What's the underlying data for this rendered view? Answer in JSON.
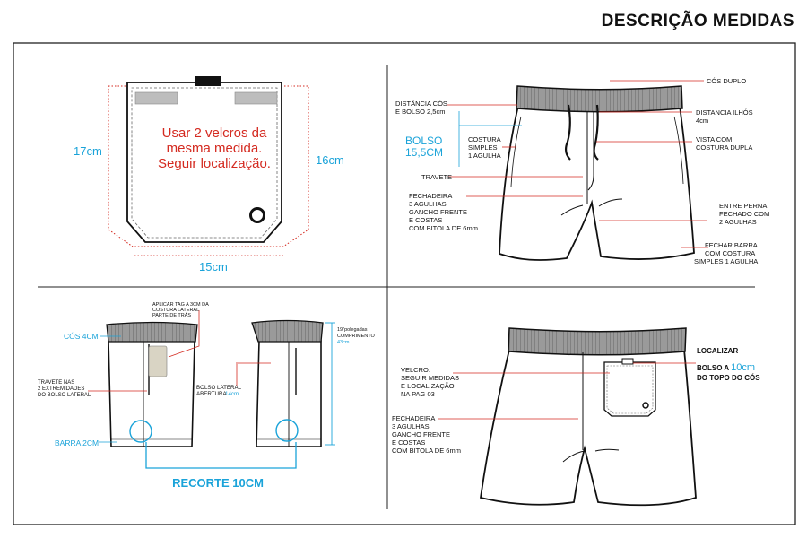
{
  "title": "DESCRIÇÃO MEDIDAS",
  "colors": {
    "callout_line": "#d42a20",
    "measure": "#1aa3d9",
    "ink": "#111111"
  },
  "pocket_panel": {
    "height_left": "17cm",
    "height_right": "16cm",
    "width": "15cm",
    "note_lines": [
      "Usar 2 velcros da",
      "mesma medida.",
      "Seguir localização."
    ]
  },
  "front_panel": {
    "distancia_cos": [
      "DISTÂNCIA CÓS",
      "E BOLSO 2,5cm"
    ],
    "bolso": [
      "BOLSO",
      "15,5CM"
    ],
    "costura": [
      "COSTURA",
      "SIMPLES",
      "1 AGULHA"
    ],
    "travete": "TRAVETE",
    "fechadeira": [
      "FECHADEIRA",
      "3 AGULHAS",
      "GANCHO FRENTE",
      "E COSTAS",
      "COM BITOLA DE 6mm"
    ],
    "cos_duplo": "CÓS DUPLO",
    "distancia_ilhos": [
      "DISTANCIA ILHÓS",
      "4cm"
    ],
    "vista": [
      "VISTA COM",
      "COSTURA DUPLA"
    ],
    "entre_perna": [
      "ENTRE PERNA",
      "FECHADO COM",
      "2 AGULHAS"
    ],
    "fechar_barra": [
      "FECHAR BARRA",
      "COM COSTURA",
      "SIMPLES 1 AGULHA"
    ]
  },
  "side_panel": {
    "aplicar_tag": [
      "APLICAR TAG A 3CM DA",
      "COSTURA LATERAL",
      "PARTE DE TRÁS"
    ],
    "cos": "CÓS 4CM",
    "travete": [
      "TRAVETE NAS",
      "2 EXTREMIDADES",
      "DO BOLSO LATERAL"
    ],
    "barra": "BARRA 2CM",
    "bolso_lateral": [
      "BOLSO LATERAL",
      "ABERTURA"
    ],
    "bolso_lateral_value": "14cm",
    "comprimento": [
      "19\"polegadas",
      "COMPRIMENTO"
    ],
    "comprimento_value": "43cm",
    "recorte": "RECORTE 10CM"
  },
  "back_panel": {
    "velcro": [
      "VELCRO:",
      "SEGUIR MEDIDAS",
      "E LOCALIZAÇÃO",
      "NA PAG 03"
    ],
    "fechadeira": [
      "FECHADEIRA",
      "3 AGULHAS",
      "GANCHO FRENTE",
      "E COSTAS",
      "COM BITOLA DE 6mm"
    ],
    "localizar_1": "LOCALIZAR",
    "localizar_2": "BOLSO A ",
    "localizar_value": "10cm",
    "localizar_3": "DO TOPO DO CÓS"
  }
}
